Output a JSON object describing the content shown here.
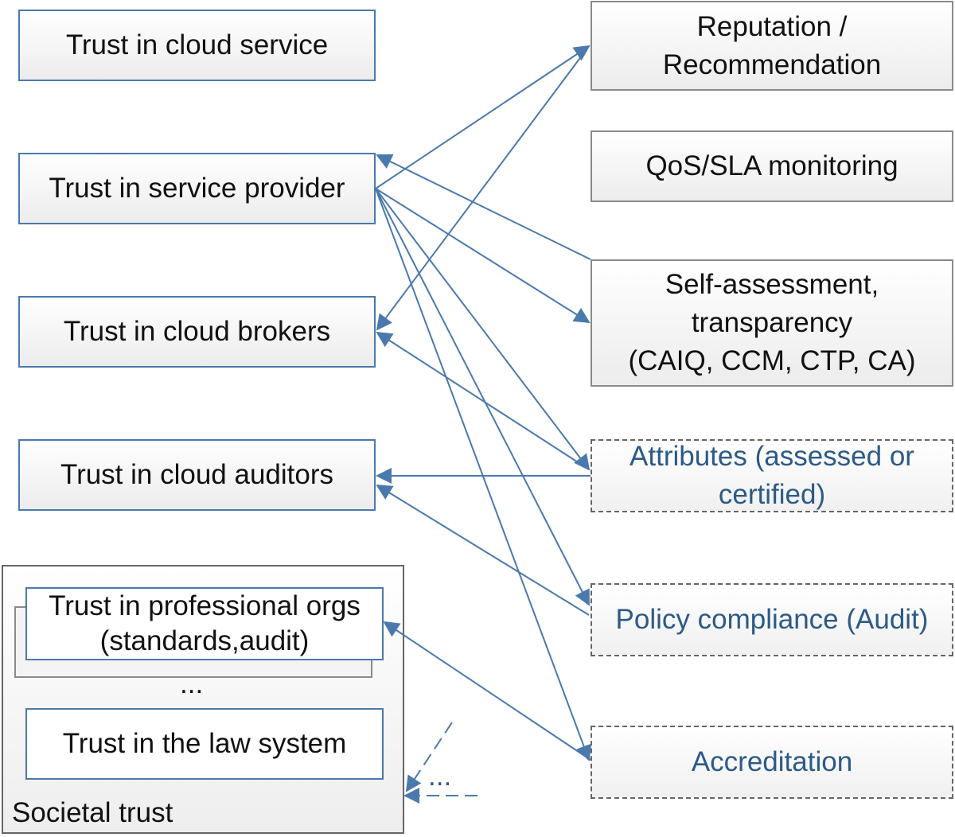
{
  "left_nodes": {
    "cloud_service": "Trust in cloud service",
    "service_provider": "Trust in service provider",
    "cloud_brokers": "Trust in cloud brokers",
    "cloud_auditors": "Trust in cloud auditors"
  },
  "right_nodes": {
    "reputation": "Reputation / Recommendation",
    "qos": "QoS/SLA monitoring",
    "self_assessment_line1": "Self-assessment,",
    "self_assessment_line2": "transparency",
    "self_assessment_line3": "(CAIQ, CCM, CTP, CA)",
    "attributes": "Attributes (assessed or certified)",
    "policy": "Policy compliance (Audit)",
    "accreditation": "Accreditation"
  },
  "societal": {
    "professional_orgs": "Trust in professional orgs (standards,audit)",
    "ellipsis": "...",
    "law_system": "Trust in the law system",
    "caption": "Societal trust",
    "incoming_ellipsis": "..."
  },
  "colors": {
    "arrow": "#4a79ad",
    "left_border": "#4a79ad",
    "right_border": "#8a8a8a",
    "dashed_text": "#2c5a86"
  }
}
